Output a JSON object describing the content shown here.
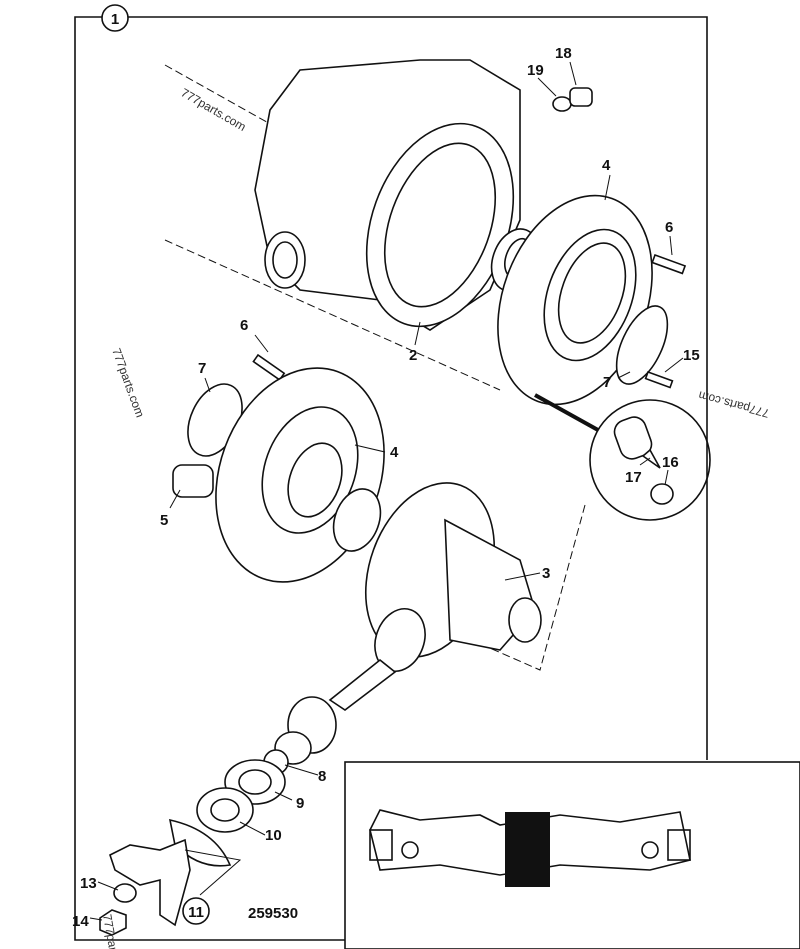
{
  "figure": {
    "figure_number": "1",
    "drawing_number": "259530",
    "subassembly_ref": "11",
    "watermark": "777parts.com"
  },
  "callouts": [
    "2",
    "3",
    "4",
    "4",
    "5",
    "6",
    "6",
    "7",
    "7",
    "8",
    "9",
    "10",
    "13",
    "14",
    "15",
    "16",
    "17",
    "18",
    "19"
  ]
}
